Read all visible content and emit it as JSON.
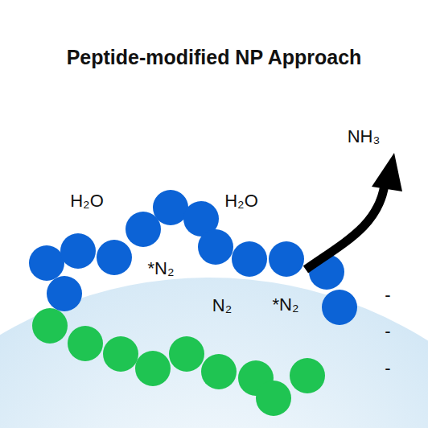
{
  "diagram": {
    "title": "Peptide-modified NP Approach",
    "labels": [
      "NH₃",
      "H₂O",
      "H₂O",
      "*N₂",
      "*N₂",
      "N₂",
      "-",
      "-",
      "-"
    ]
  }
}
